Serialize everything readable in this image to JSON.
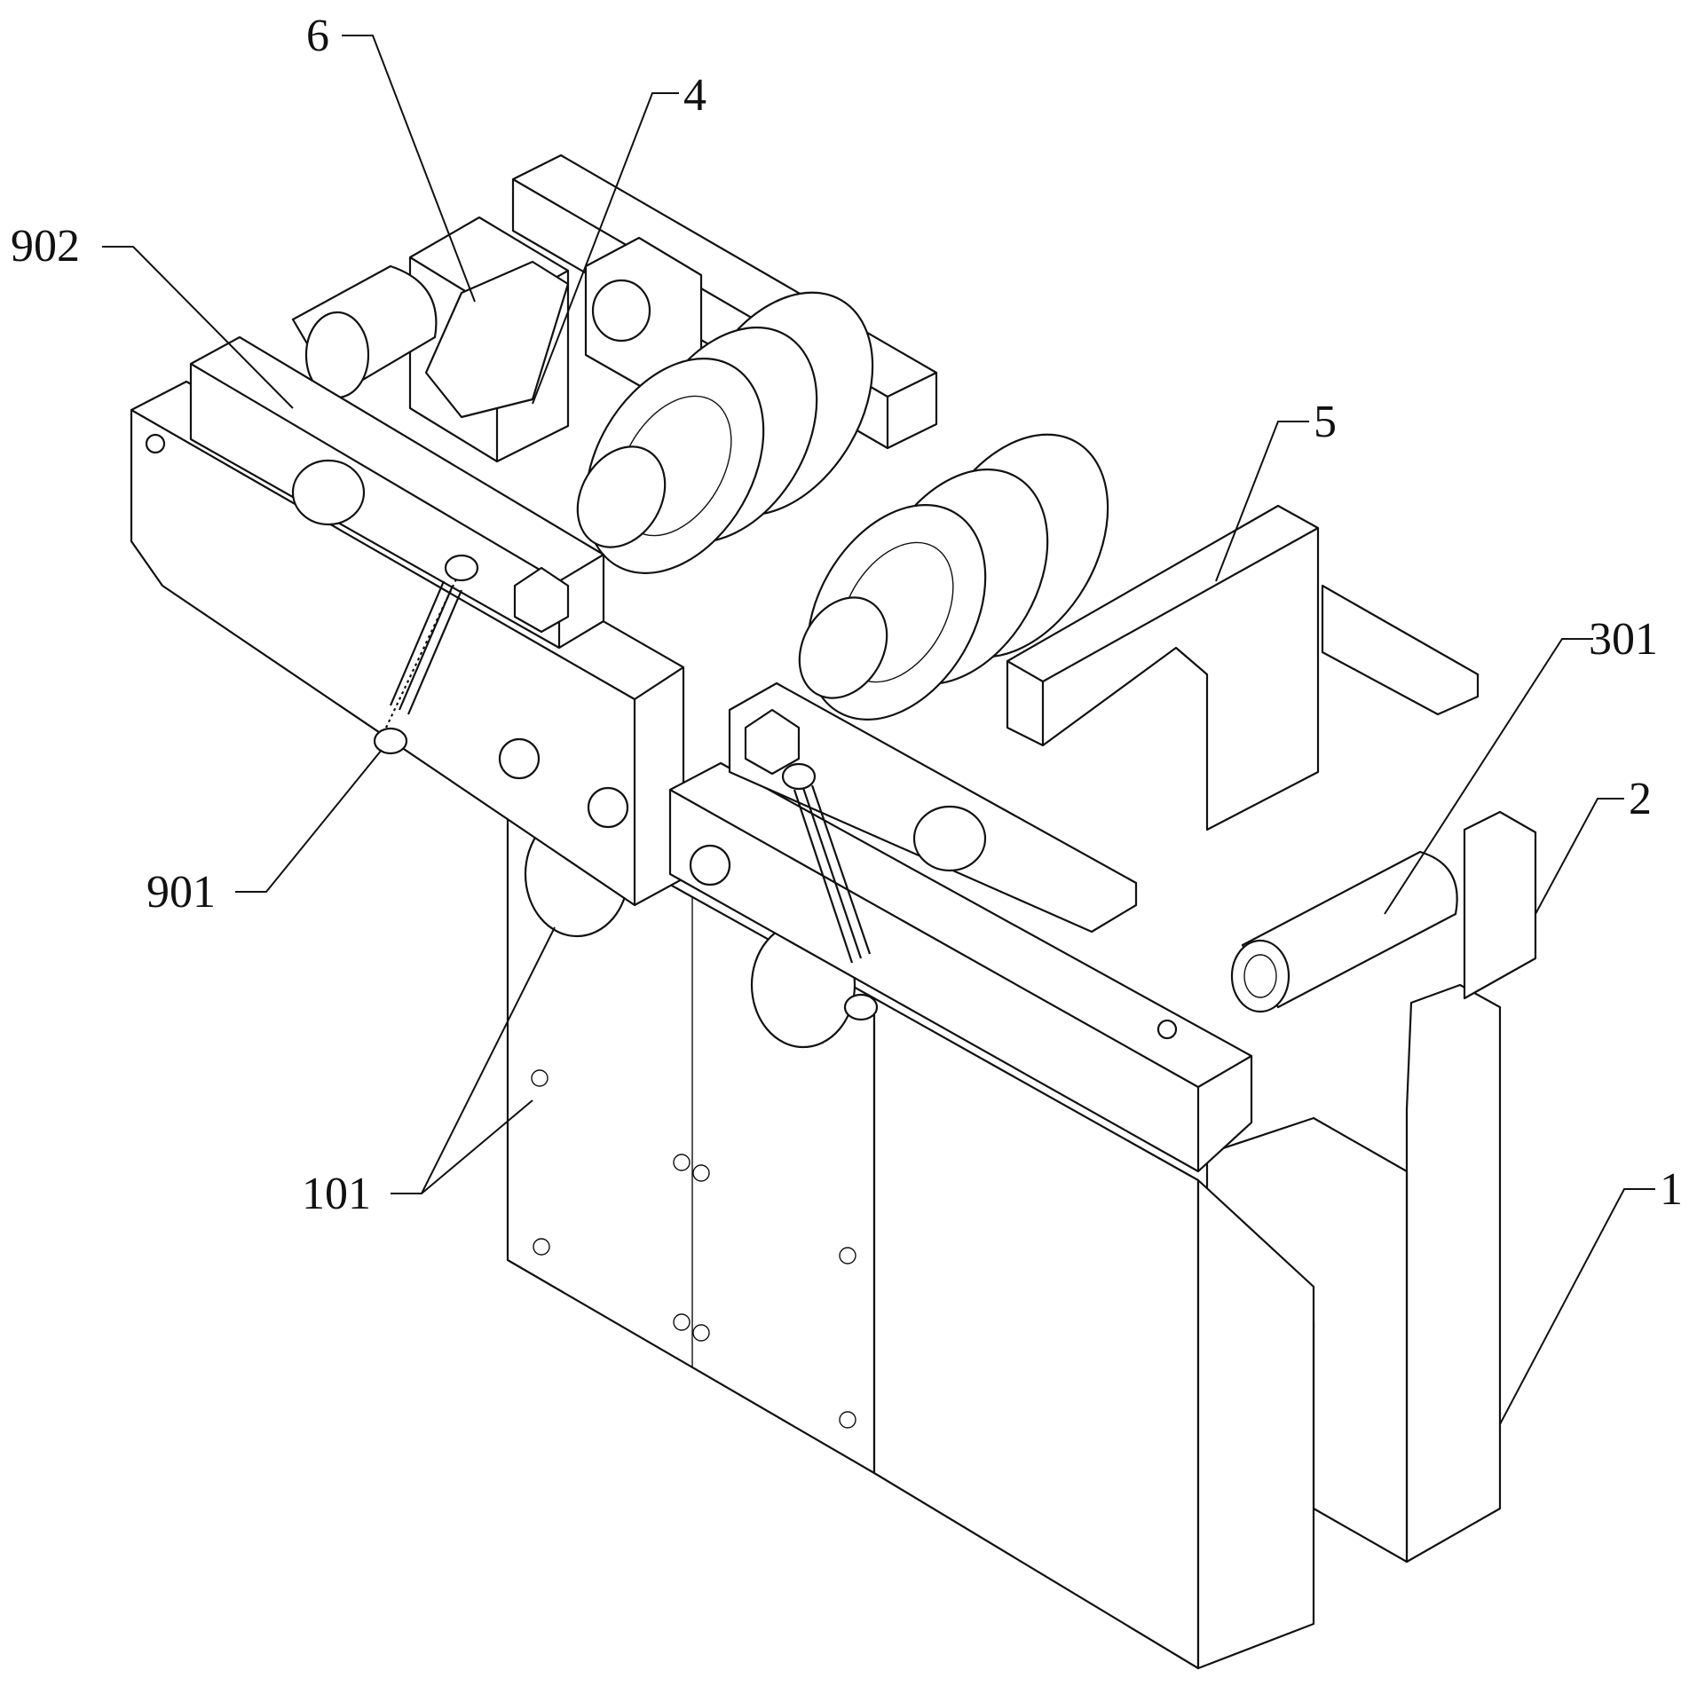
{
  "figure": {
    "labels": [
      {
        "id": "label-6",
        "text": "6"
      },
      {
        "id": "label-4",
        "text": "4"
      },
      {
        "id": "label-902",
        "text": "902"
      },
      {
        "id": "label-5",
        "text": "5"
      },
      {
        "id": "label-301",
        "text": "301"
      },
      {
        "id": "label-2",
        "text": "2"
      },
      {
        "id": "label-901",
        "text": "901"
      },
      {
        "id": "label-101",
        "text": "101"
      },
      {
        "id": "label-1",
        "text": "1"
      }
    ]
  }
}
